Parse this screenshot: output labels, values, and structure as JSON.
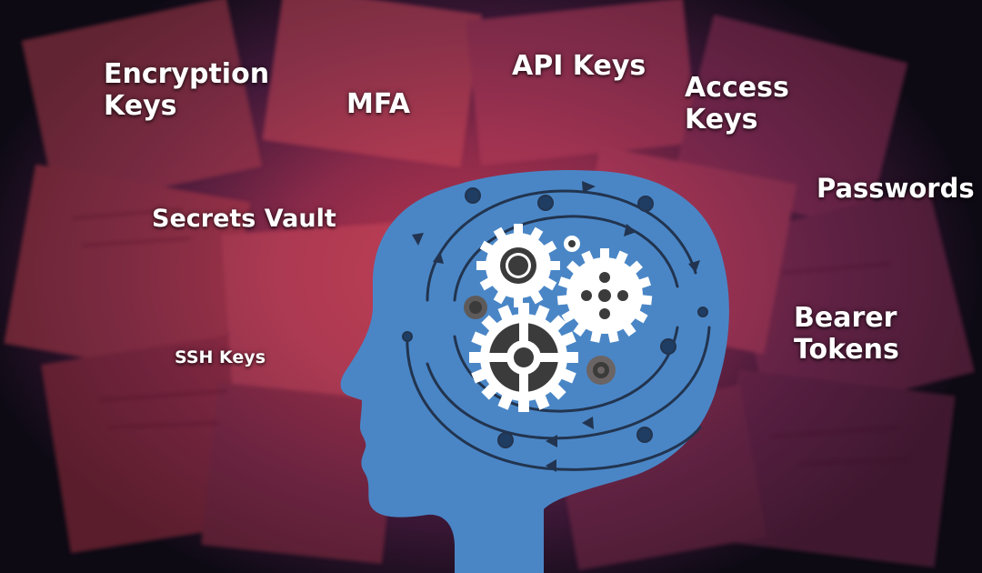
{
  "terms": {
    "encryption_keys": [
      "Encryption",
      "Keys"
    ],
    "mfa": "MFA",
    "api_keys": "API Keys",
    "access_keys": [
      "Access",
      "Keys"
    ],
    "passwords": "Passwords",
    "secrets_vault": "Secrets Vault",
    "ssh_keys": "SSH Keys",
    "bearer_tokens": [
      "Bearer",
      "Tokens"
    ]
  },
  "colors": {
    "head": "#4a86c6",
    "head_dark": "#1f3d62",
    "gear": "#ffffff",
    "gear_dark": "#3b3b3b",
    "glow": "#c0384f",
    "text": "#ffffff"
  },
  "icons": [
    "head-silhouette",
    "gear-icon",
    "cycle-arrows-icon"
  ]
}
